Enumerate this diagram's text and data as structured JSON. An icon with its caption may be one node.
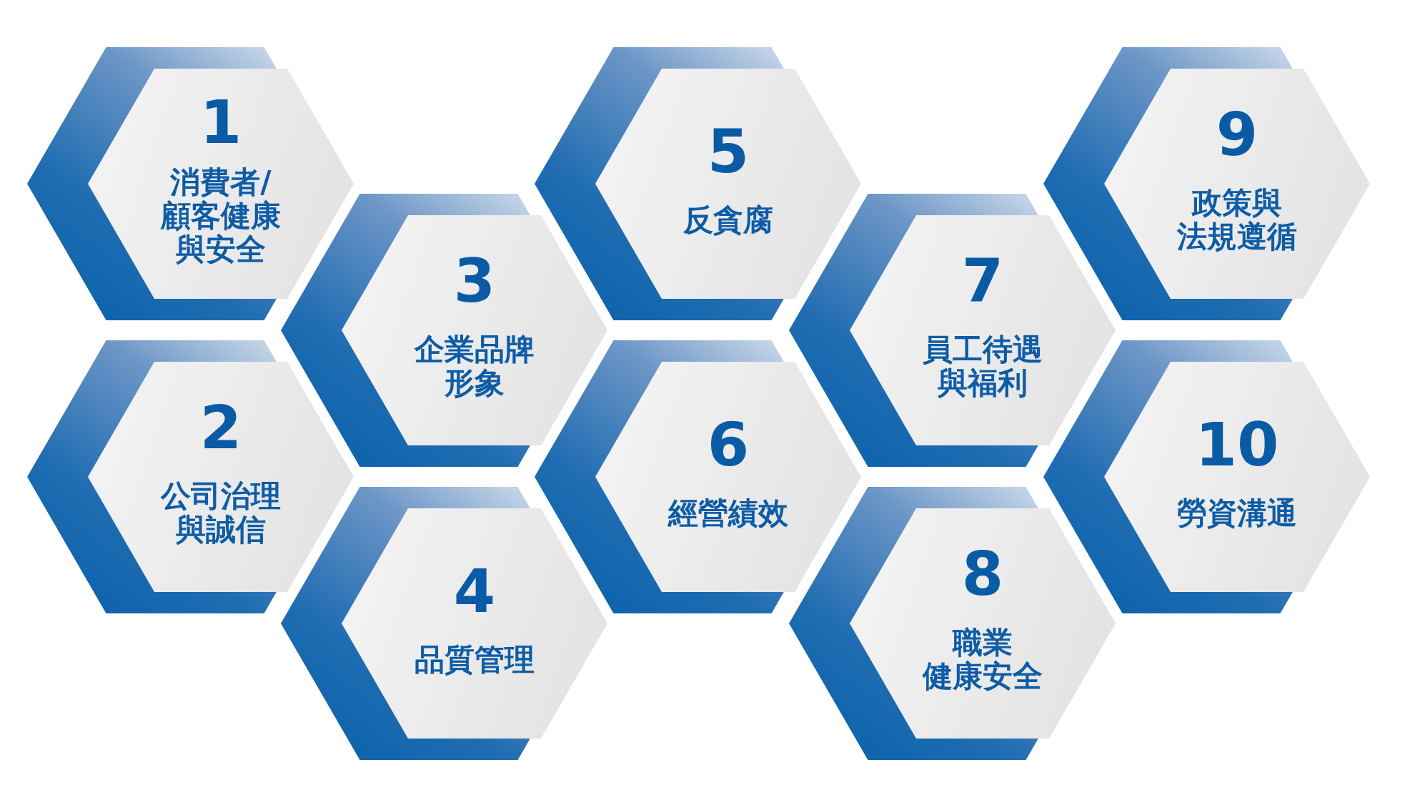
{
  "diagram": {
    "nodes": [
      {
        "text": [
          "1",
          "消費者/顧客健康與安全"
        ]
      },
      {
        "text": [
          "2",
          "公司治理與誠信"
        ]
      },
      {
        "text": [
          "3",
          "企業品牌形象"
        ]
      },
      {
        "text": [
          "4",
          "品質管理"
        ]
      },
      {
        "text": [
          "5",
          "反貪腐"
        ]
      },
      {
        "text": [
          "6",
          "經營績效"
        ]
      },
      {
        "text": [
          "7",
          "員工待遇與福利"
        ]
      },
      {
        "text": [
          "8",
          "職業健康安全"
        ]
      },
      {
        "text": [
          "9",
          "政策與法規遵循"
        ]
      },
      {
        "text": [
          "10",
          "勞資溝通"
        ]
      }
    ]
  }
}
